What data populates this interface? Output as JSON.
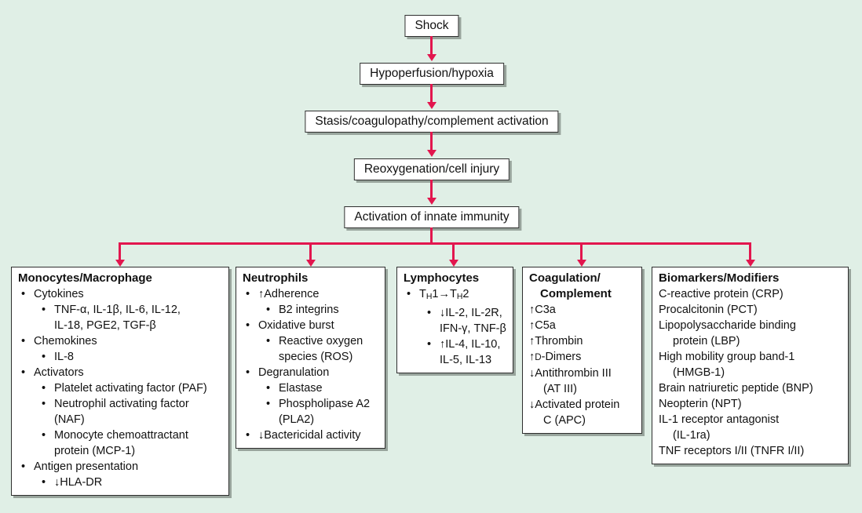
{
  "colors": {
    "background": "#e0efe6",
    "arrow": "#e2164e",
    "box_border": "#2e2e2e",
    "box_fill": "#ffffff",
    "box_shadow": "#98a49c"
  },
  "flow": [
    {
      "label": "Shock"
    },
    {
      "label": "Hypoperfusion/hypoxia"
    },
    {
      "label": "Stasis/coagulopathy/complement activation"
    },
    {
      "label": "Reoxygenation/cell injury"
    },
    {
      "label": "Activation of innate immunity"
    }
  ],
  "branches": [
    {
      "id": "monocytes-macrophage",
      "title_lines": [
        "Monocytes/Macrophage"
      ],
      "lines": [
        {
          "cls": "l1",
          "bullet": true,
          "text": "Cytokines"
        },
        {
          "cls": "l2",
          "bullet": true,
          "text": "TNF-α, IL-1β, IL-6, IL-12,"
        },
        {
          "cls": "c2",
          "text": "IL-18, PGE2, TGF-β"
        },
        {
          "cls": "l1",
          "bullet": true,
          "text": "Chemokines"
        },
        {
          "cls": "l2",
          "bullet": true,
          "text": "IL-8"
        },
        {
          "cls": "l1",
          "bullet": true,
          "text": "Activators"
        },
        {
          "cls": "l2",
          "bullet": true,
          "text": "Platelet activating factor (PAF)"
        },
        {
          "cls": "l2",
          "bullet": true,
          "text": "Neutrophil activating factor"
        },
        {
          "cls": "c2",
          "text": "(NAF)"
        },
        {
          "cls": "l2",
          "bullet": true,
          "text": "Monocyte chemoattractant"
        },
        {
          "cls": "c2",
          "text": "protein (MCP-1)"
        },
        {
          "cls": "l1",
          "bullet": true,
          "text": "Antigen presentation"
        },
        {
          "cls": "l2",
          "bullet": true,
          "text": "↓HLA-DR"
        }
      ]
    },
    {
      "id": "neutrophils",
      "title_lines": [
        "Neutrophils"
      ],
      "lines": [
        {
          "cls": "l1",
          "bullet": true,
          "text": "↑Adherence"
        },
        {
          "cls": "l2",
          "bullet": true,
          "text": "B2 integrins"
        },
        {
          "cls": "l1",
          "bullet": true,
          "text": "Oxidative burst"
        },
        {
          "cls": "l2",
          "bullet": true,
          "text": "Reactive oxygen"
        },
        {
          "cls": "c2",
          "text": "species (ROS)"
        },
        {
          "cls": "l1",
          "bullet": true,
          "text": "Degranulation"
        },
        {
          "cls": "l2",
          "bullet": true,
          "text": "Elastase"
        },
        {
          "cls": "l2",
          "bullet": true,
          "text": "Phospholipase A2"
        },
        {
          "cls": "c2",
          "text": "(PLA2)"
        },
        {
          "cls": "l1",
          "bullet": true,
          "text": "↓Bactericidal activity"
        }
      ]
    },
    {
      "id": "lymphocytes",
      "title_lines": [
        "Lymphocytes"
      ],
      "lines": [
        {
          "cls": "l1",
          "bullet": true,
          "parts": [
            {
              "t": "T"
            },
            {
              "t": "H",
              "s": "sub"
            },
            {
              "t": "1→T"
            },
            {
              "t": "H",
              "s": "sub"
            },
            {
              "t": "2"
            }
          ]
        },
        {
          "cls": "l2",
          "bullet": true,
          "text": "↓IL-2, IL-2R,"
        },
        {
          "cls": "c2",
          "text": "IFN-γ, TNF-β"
        },
        {
          "cls": "l2",
          "bullet": true,
          "text": "↑IL-4, IL-10,"
        },
        {
          "cls": "c2",
          "text": "IL-5, IL-13"
        }
      ]
    },
    {
      "id": "coagulation-complement",
      "title_lines": [
        "Coagulation/",
        "Complement"
      ],
      "lines": [
        {
          "cls": "flush",
          "text": "↑C3a"
        },
        {
          "cls": "flush",
          "text": "↑C5a"
        },
        {
          "cls": "flush",
          "text": "↑Thrombin"
        },
        {
          "cls": "flush",
          "parts": [
            {
              "t": "↑"
            },
            {
              "t": "D",
              "s": "sc"
            },
            {
              "t": "-Dimers"
            }
          ]
        },
        {
          "cls": "flush",
          "text": "↓Antithrombin III"
        },
        {
          "cls": "cont",
          "text": "(AT III)"
        },
        {
          "cls": "flush",
          "text": "↓Activated protein"
        },
        {
          "cls": "cont",
          "text": "C (APC)"
        }
      ]
    },
    {
      "id": "biomarkers-modifiers",
      "title_lines": [
        "Biomarkers/Modifiers"
      ],
      "lines": [
        {
          "cls": "flush",
          "text": "C-reactive protein (CRP)"
        },
        {
          "cls": "flush",
          "text": "Procalcitonin (PCT)"
        },
        {
          "cls": "flush",
          "text": "Lipopolysaccharide binding"
        },
        {
          "cls": "cont",
          "text": "protein (LBP)"
        },
        {
          "cls": "flush",
          "text": "High mobility group band-1"
        },
        {
          "cls": "cont",
          "text": "(HMGB-1)"
        },
        {
          "cls": "flush",
          "text": "Brain natriuretic peptide (BNP)"
        },
        {
          "cls": "flush",
          "text": "Neopterin (NPT)"
        },
        {
          "cls": "flush",
          "text": "IL-1 receptor antagonist"
        },
        {
          "cls": "cont",
          "text": "(IL-1ra)"
        },
        {
          "cls": "flush",
          "text": "TNF receptors I/II (TNFR I/II)"
        }
      ]
    }
  ],
  "bullet_glyph": "•"
}
